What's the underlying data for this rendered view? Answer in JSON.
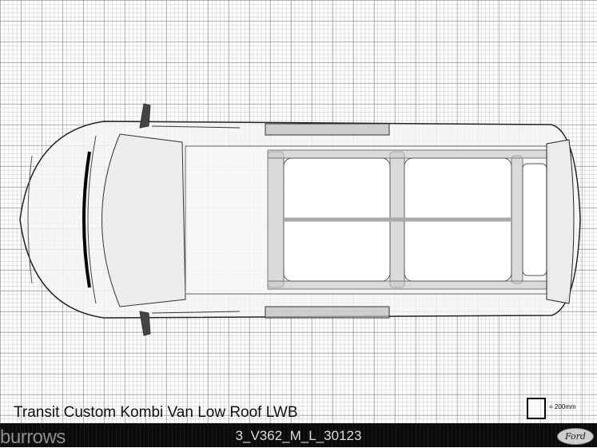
{
  "vehicle": {
    "title": "Transit Custom Kombi Van Low Roof LWB"
  },
  "scale": {
    "label": "= 200mm"
  },
  "footer": {
    "brand": "burrows",
    "code": "3_V362_M_L_30123",
    "logo": "Ford"
  }
}
